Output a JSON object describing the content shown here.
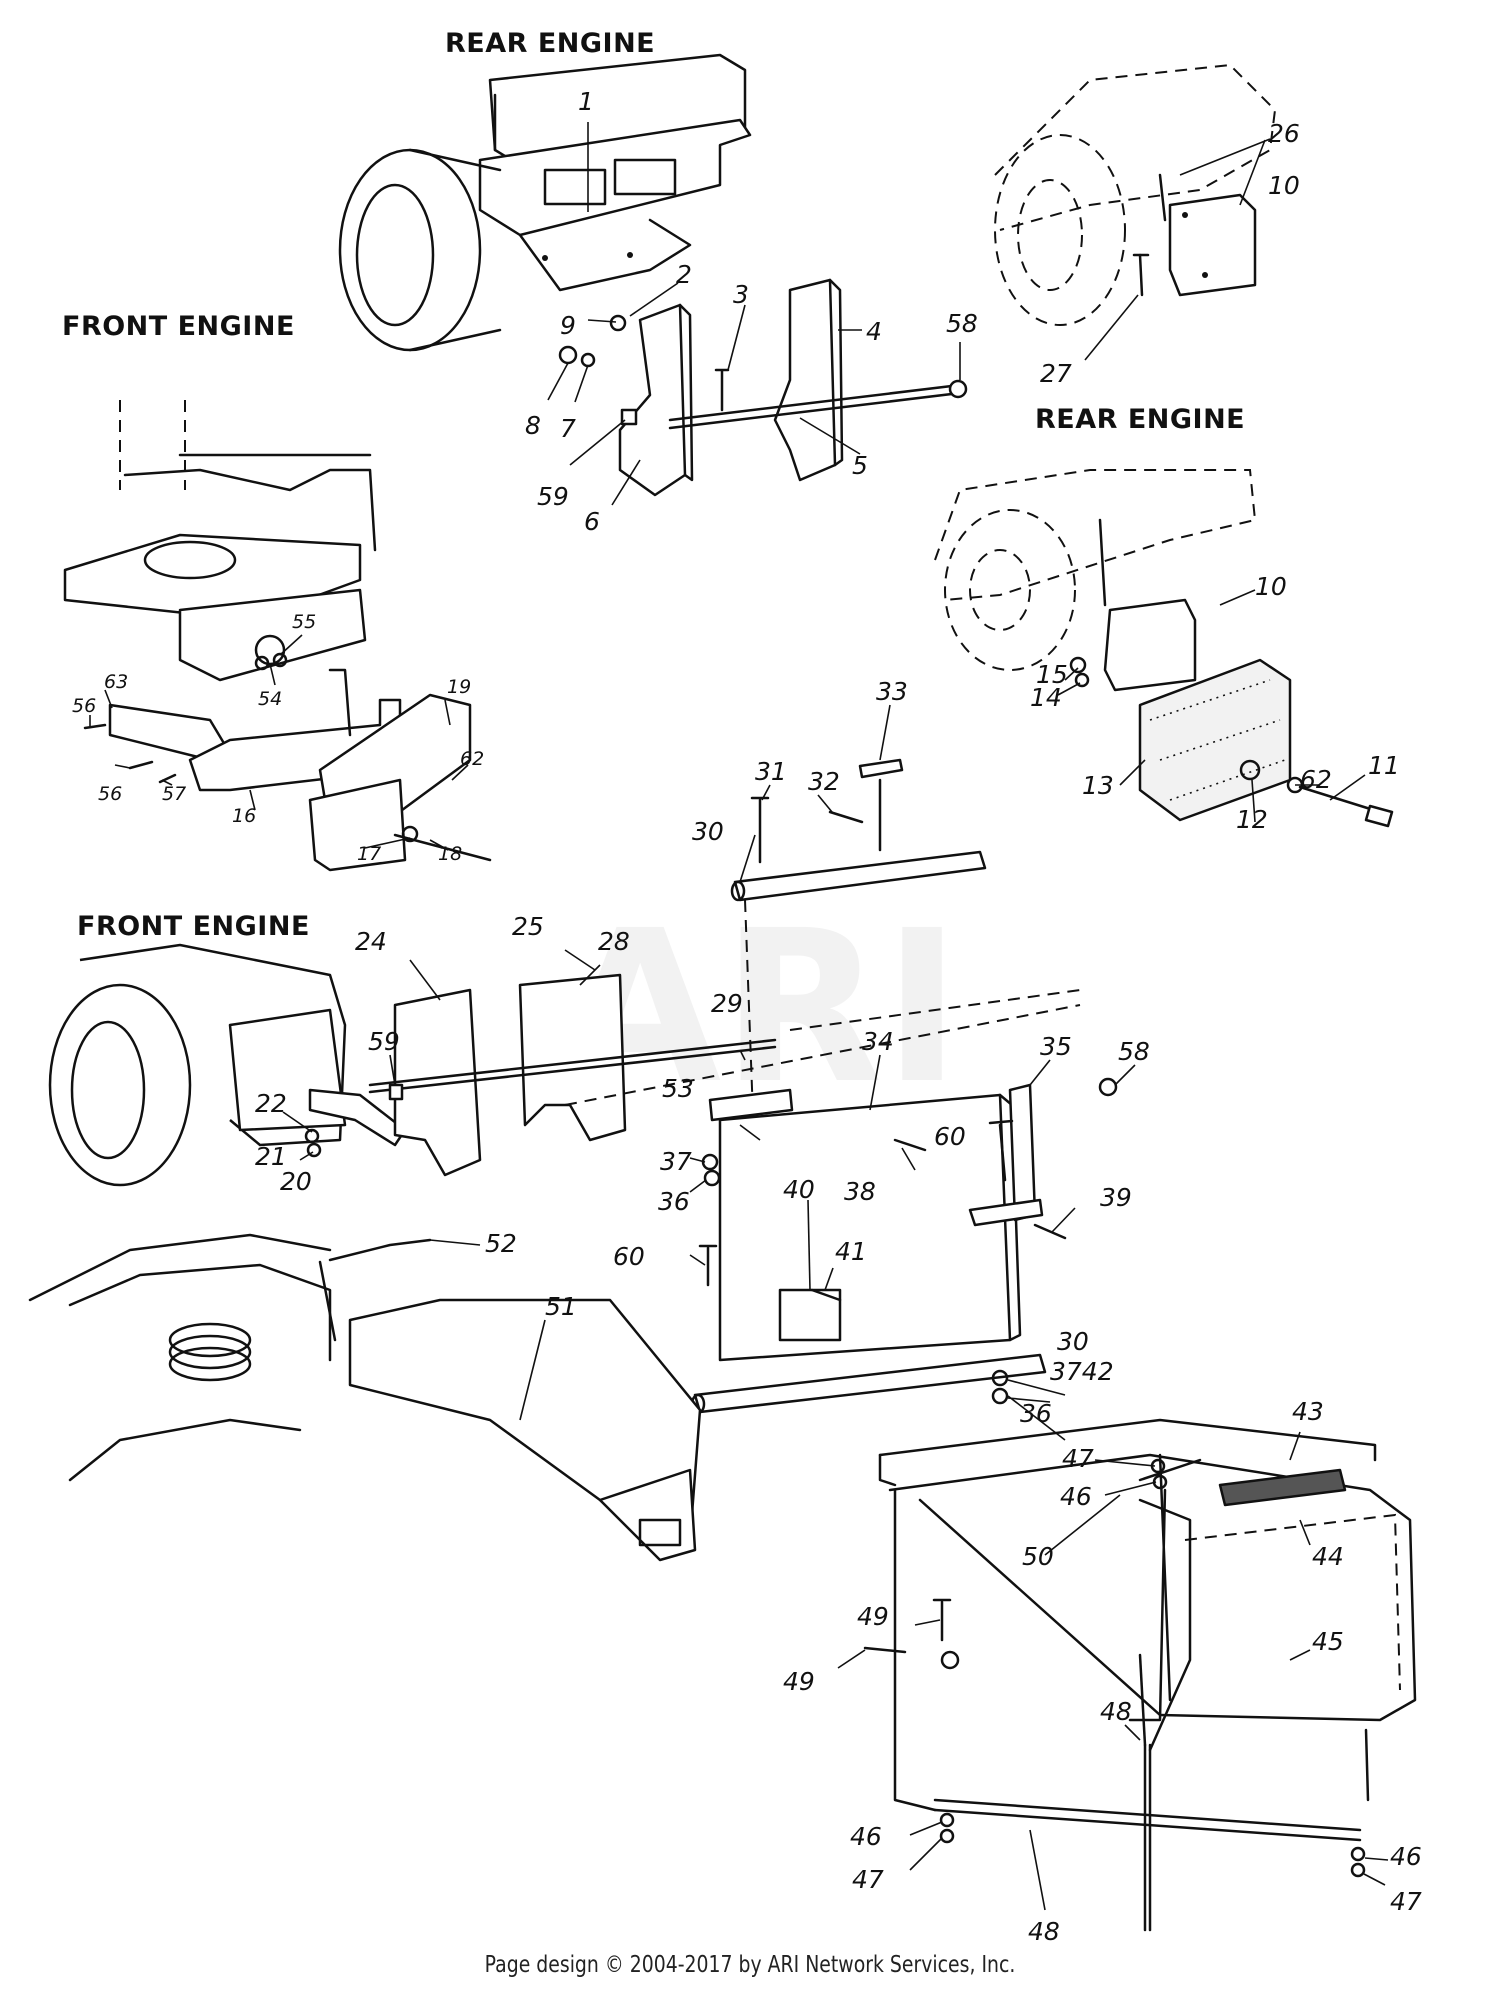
{
  "headers": {
    "top_rear": "REAR ENGINE",
    "top_front": "FRONT ENGINE",
    "right_rear": "REAR ENGINE",
    "mid_front": "FRONT ENGINE"
  },
  "watermark": "ARI",
  "footer": "Page design © 2004-2017 by ARI Network Services, Inc.",
  "part_numbers": {
    "p1": "1",
    "p2": "2",
    "p3": "3",
    "p4": "4",
    "p5": "5",
    "p6": "6",
    "p7": "7",
    "p8": "8",
    "p9": "9",
    "p10a": "10",
    "p10b": "10",
    "p11": "11",
    "p12": "12",
    "p13": "13",
    "p14": "14",
    "p15": "15",
    "p16": "16",
    "p17": "17",
    "p18": "18",
    "p19": "19",
    "p20": "20",
    "p21": "21",
    "p22": "22",
    "p24": "24",
    "p25": "25",
    "p26": "26",
    "p27": "27",
    "p28": "28",
    "p29": "29",
    "p30a": "30",
    "p30b": "30",
    "p31": "31",
    "p32": "32",
    "p33": "33",
    "p34": "34",
    "p35": "35",
    "p36a": "36",
    "p36b": "36",
    "p37": "37",
    "p3742": "3742",
    "p38": "38",
    "p39": "39",
    "p40": "40",
    "p41": "41",
    "p43": "43",
    "p44": "44",
    "p45": "45",
    "p46a": "46",
    "p46b": "46",
    "p46c": "46",
    "p47a": "47",
    "p47b": "47",
    "p47c": "47",
    "p48a": "48",
    "p48b": "48",
    "p49a": "49",
    "p49b": "49",
    "p50": "50",
    "p51": "51",
    "p52": "52",
    "p53": "53",
    "p54": "54",
    "p55": "55",
    "p56a": "56",
    "p56b": "56",
    "p57": "57",
    "p58a": "58",
    "p58b": "58",
    "p59a": "59",
    "p59b": "59",
    "p60a": "60",
    "p60b": "60",
    "p62a": "62",
    "p62b": "62",
    "p63": "63"
  }
}
